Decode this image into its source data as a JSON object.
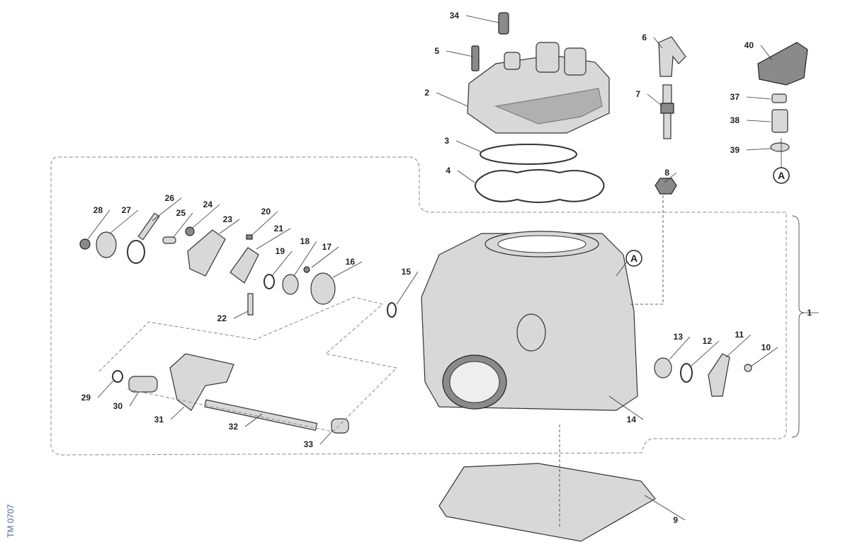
{
  "diagram": {
    "drawing_code": "TM 0707",
    "detail_marker": "A",
    "callouts": [
      "1",
      "2",
      "3",
      "4",
      "5",
      "6",
      "7",
      "8",
      "9",
      "10",
      "11",
      "12",
      "13",
      "14",
      "15",
      "16",
      "17",
      "18",
      "19",
      "20",
      "21",
      "22",
      "23",
      "24",
      "25",
      "26",
      "27",
      "28",
      "29",
      "30",
      "31",
      "32",
      "33",
      "34",
      "37",
      "38",
      "39",
      "40"
    ]
  }
}
